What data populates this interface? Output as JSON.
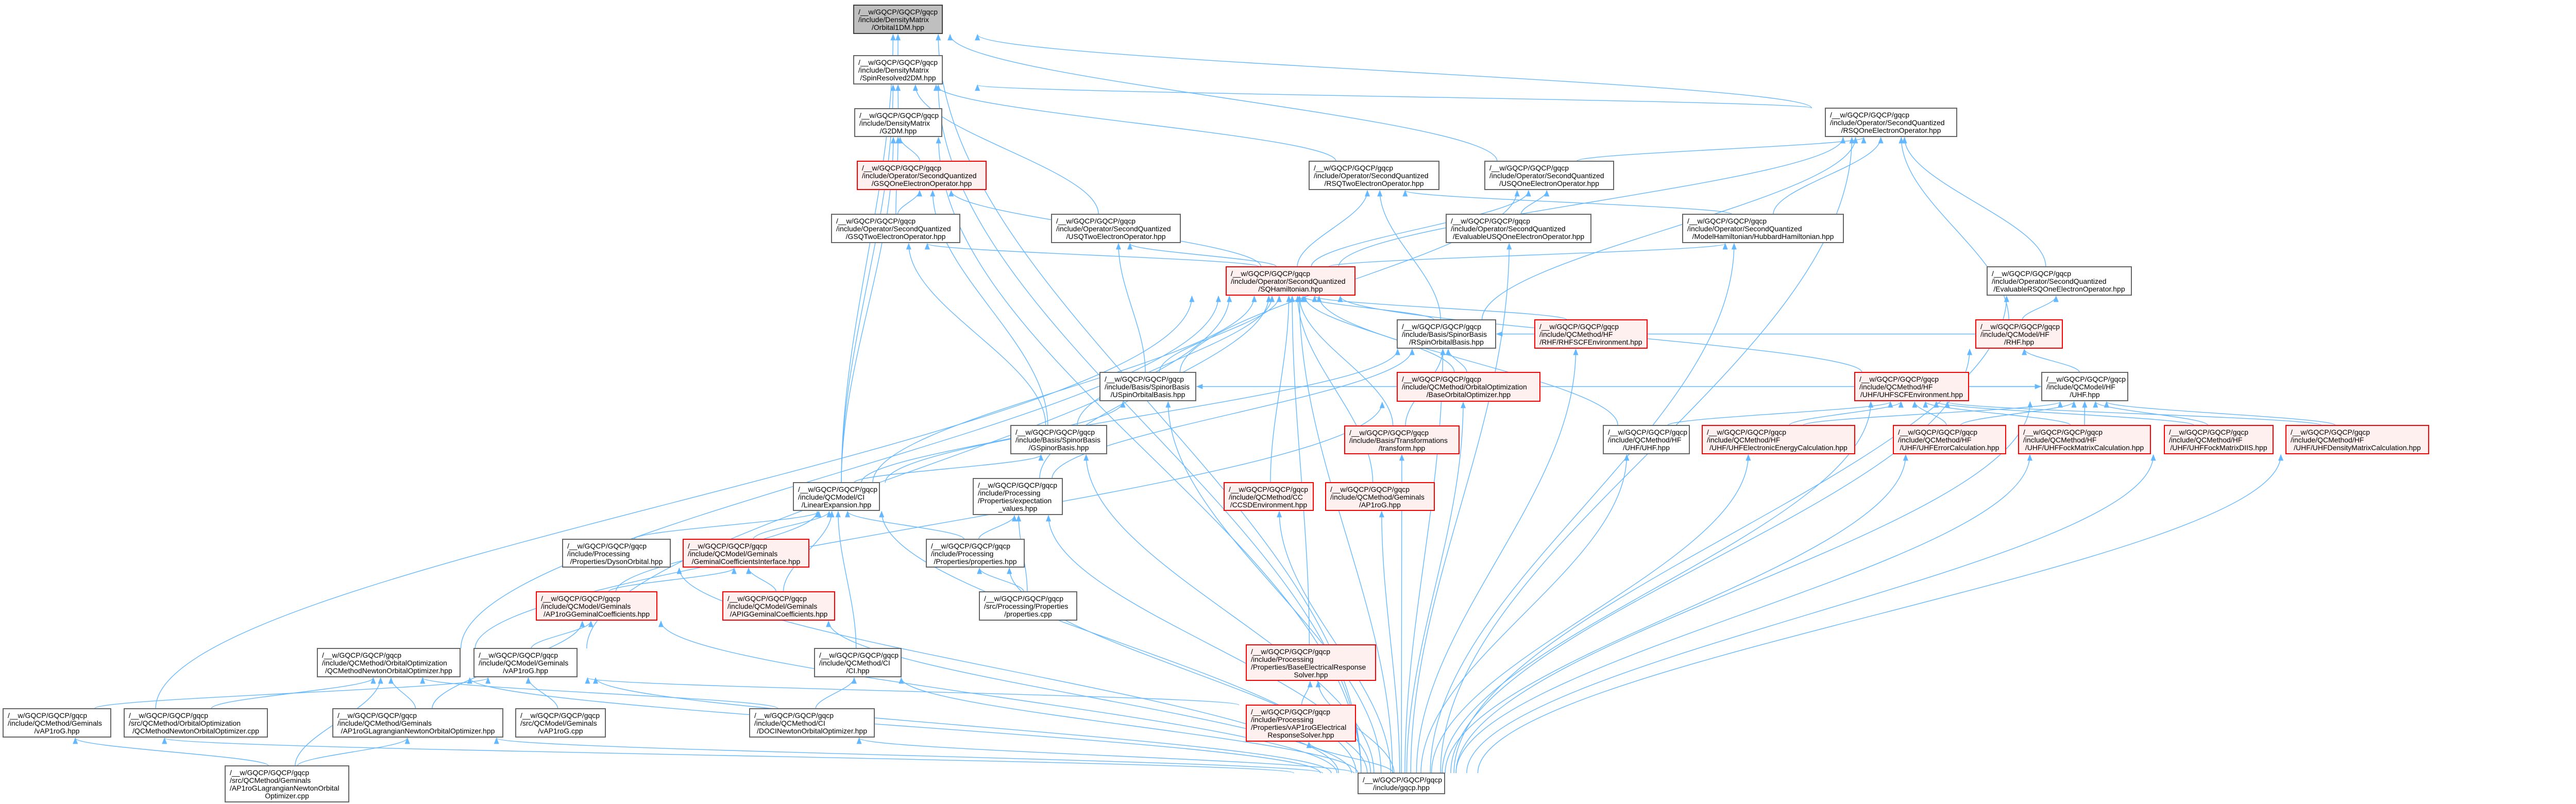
{
  "graph": {
    "title": "Include dependency graph",
    "edge_color": "#63b8ff",
    "node_colors": {
      "white": "#ffffff",
      "gray": "#bfbfbf",
      "red": "#fff0f0",
      "red_border": "#ff0000"
    },
    "nodes": [
      {
        "id": "o1dm",
        "style": "gray",
        "lines": [
          "/__w/GQCP/GQCP/gqcp",
          "/include/DensityMatrix",
          "/Orbital1DM.hpp"
        ]
      },
      {
        "id": "sr2dm",
        "style": "white",
        "lines": [
          "/__w/GQCP/GQCP/gqcp",
          "/include/DensityMatrix",
          "/SpinResolved2DM.hpp"
        ]
      },
      {
        "id": "g2dm",
        "style": "white",
        "lines": [
          "/__w/GQCP/GQCP/gqcp",
          "/include/DensityMatrix",
          "/G2DM.hpp"
        ]
      },
      {
        "id": "gsq1",
        "style": "red",
        "lines": [
          "/__w/GQCP/GQCP/gqcp",
          "/include/Operator/SecondQuantized",
          "/GSQOneElectronOperator.hpp"
        ]
      },
      {
        "id": "gsq2",
        "style": "white",
        "lines": [
          "/__w/GQCP/GQCP/gqcp",
          "/include/Operator/SecondQuantized",
          "/GSQTwoElectronOperator.hpp"
        ]
      },
      {
        "id": "usq2",
        "style": "white",
        "lines": [
          "/__w/GQCP/GQCP/gqcp",
          "/include/Operator/SecondQuantized",
          "/USQTwoElectronOperator.hpp"
        ]
      },
      {
        "id": "rsq2",
        "style": "white",
        "lines": [
          "/__w/GQCP/GQCP/gqcp",
          "/include/Operator/SecondQuantized",
          "/RSQTwoElectronOperator.hpp"
        ]
      },
      {
        "id": "usq1",
        "style": "white",
        "lines": [
          "/__w/GQCP/GQCP/gqcp",
          "/include/Operator/SecondQuantized",
          "/USQOneElectronOperator.hpp"
        ]
      },
      {
        "id": "rsq1",
        "style": "white",
        "lines": [
          "/__w/GQCP/GQCP/gqcp",
          "/include/Operator/SecondQuantized",
          "/RSQOneElectronOperator.hpp"
        ]
      },
      {
        "id": "evusq",
        "style": "white",
        "lines": [
          "/__w/GQCP/GQCP/gqcp",
          "/include/Operator/SecondQuantized",
          "/EvaluableUSQOneElectronOperator.hpp"
        ]
      },
      {
        "id": "hubbard",
        "style": "white",
        "lines": [
          "/__w/GQCP/GQCP/gqcp",
          "/include/Operator/SecondQuantized",
          "/ModelHamiltonian/HubbardHamiltonian.hpp"
        ]
      },
      {
        "id": "sqham",
        "style": "red",
        "lines": [
          "/__w/GQCP/GQCP/gqcp",
          "/include/Operator/SecondQuantized",
          "/SQHamiltonian.hpp"
        ]
      },
      {
        "id": "evrsq",
        "style": "white",
        "lines": [
          "/__w/GQCP/GQCP/gqcp",
          "/include/Operator/SecondQuantized",
          "/EvaluableRSQOneElectronOperator.hpp"
        ]
      },
      {
        "id": "rsob",
        "style": "white",
        "lines": [
          "/__w/GQCP/GQCP/gqcp",
          "/include/Basis/SpinorBasis",
          "/RSpinOrbitalBasis.hpp"
        ]
      },
      {
        "id": "rhfscf",
        "style": "red",
        "lines": [
          "/__w/GQCP/GQCP/gqcp",
          "/include/QCMethod/HF",
          "/RHF/RHFSCFEnvironment.hpp"
        ]
      },
      {
        "id": "rhf",
        "style": "red",
        "lines": [
          "/__w/GQCP/GQCP/gqcp",
          "/include/QCModel/HF",
          "/RHF.hpp"
        ]
      },
      {
        "id": "usob",
        "style": "white",
        "lines": [
          "/__w/GQCP/GQCP/gqcp",
          "/include/Basis/SpinorBasis",
          "/USpinOrbitalBasis.hpp"
        ]
      },
      {
        "id": "baseoo",
        "style": "red",
        "lines": [
          "/__w/GQCP/GQCP/gqcp",
          "/include/QCMethod/OrbitalOptimization",
          "/BaseOrbitalOptimizer.hpp"
        ]
      },
      {
        "id": "uhfscf",
        "style": "red",
        "lines": [
          "/__w/GQCP/GQCP/gqcp",
          "/include/QCMethod/HF",
          "/UHF/UHFSCFEnvironment.hpp"
        ]
      },
      {
        "id": "uhfmodel",
        "style": "white",
        "lines": [
          "/__w/GQCP/GQCP/gqcp",
          "/include/QCModel/HF",
          "/UHF.hpp"
        ]
      },
      {
        "id": "gsb",
        "style": "white",
        "lines": [
          "/__w/GQCP/GQCP/gqcp",
          "/include/Basis/SpinorBasis",
          "/GSpinorBasis.hpp"
        ]
      },
      {
        "id": "transform",
        "style": "red",
        "lines": [
          "/__w/GQCP/GQCP/gqcp",
          "/include/Basis/Transformations",
          "/transform.hpp"
        ]
      },
      {
        "id": "uhfmethod",
        "style": "white",
        "lines": [
          "/__w/GQCP/GQCP/gqcp",
          "/include/QCMethod/HF",
          "/UHF/UHF.hpp"
        ]
      },
      {
        "id": "uhfenergy",
        "style": "red",
        "lines": [
          "/__w/GQCP/GQCP/gqcp",
          "/include/QCMethod/HF",
          "/UHF/UHFElectronicEnergyCalculation.hpp"
        ]
      },
      {
        "id": "uhferror",
        "style": "red",
        "lines": [
          "/__w/GQCP/GQCP/gqcp",
          "/include/QCMethod/HF",
          "/UHF/UHFErrorCalculation.hpp"
        ]
      },
      {
        "id": "uhffock",
        "style": "red",
        "lines": [
          "/__w/GQCP/GQCP/gqcp",
          "/include/QCMethod/HF",
          "/UHF/UHFFockMatrixCalculation.hpp"
        ]
      },
      {
        "id": "diis",
        "style": "red",
        "lines": [
          "/__w/GQCP/GQCP/gqcp",
          "/include/QCMethod/HF",
          "/UHF/UHFFockMatrixDIIS.hpp"
        ]
      },
      {
        "id": "density",
        "style": "red",
        "lines": [
          "/__w/GQCP/GQCP/gqcp",
          "/include/QCMethod/HF",
          "/UHF/UHFDensityMatrixCalculation.hpp"
        ]
      },
      {
        "id": "linexp",
        "style": "white",
        "lines": [
          "/__w/GQCP/GQCP/gqcp",
          "/include/QCModel/CI",
          "/LinearExpansion.hpp"
        ]
      },
      {
        "id": "expval",
        "style": "white",
        "lines": [
          "/__w/GQCP/GQCP/gqcp",
          "/include/Processing",
          "/Properties/expectation",
          "_values.hpp"
        ]
      },
      {
        "id": "ccsd",
        "style": "red",
        "lines": [
          "/__w/GQCP/GQCP/gqcp",
          "/include/QCMethod/CC",
          "/CCSDEnvironment.hpp"
        ]
      },
      {
        "id": "ap1rog",
        "style": "red",
        "lines": [
          "/__w/GQCP/GQCP/gqcp",
          "/include/QCMethod/Geminals",
          "/AP1roG.hpp"
        ]
      },
      {
        "id": "dyson",
        "style": "white",
        "lines": [
          "/__w/GQCP/GQCP/gqcp",
          "/include/Processing",
          "/Properties/DysonOrbital.hpp"
        ]
      },
      {
        "id": "gci",
        "style": "red",
        "lines": [
          "/__w/GQCP/GQCP/gqcp",
          "/include/QCModel/Geminals",
          "/GeminalCoefficientsInterface.hpp"
        ]
      },
      {
        "id": "propshpp",
        "style": "white",
        "lines": [
          "/__w/GQCP/GQCP/gqcp",
          "/include/Processing",
          "/Properties/properties.hpp"
        ]
      },
      {
        "id": "ap1gc",
        "style": "red",
        "lines": [
          "/__w/GQCP/GQCP/gqcp",
          "/include/QCModel/Geminals",
          "/AP1roGGeminalCoefficients.hpp"
        ]
      },
      {
        "id": "apig",
        "style": "red",
        "lines": [
          "/__w/GQCP/GQCP/gqcp",
          "/include/QCModel/Geminals",
          "/APIGGeminalCoefficients.hpp"
        ]
      },
      {
        "id": "propscpp",
        "style": "white",
        "lines": [
          "/__w/GQCP/GQCP/gqcp",
          "/src/Processing/Properties",
          "/properties.cpp"
        ]
      },
      {
        "id": "baseers",
        "style": "red",
        "lines": [
          "/__w/GQCP/GQCP/gqcp",
          "/include/Processing",
          "/Properties/BaseElectricalResponse",
          "Solver.hpp"
        ]
      },
      {
        "id": "qcnoo",
        "style": "white",
        "lines": [
          "/__w/GQCP/GQCP/gqcp",
          "/include/QCMethod/OrbitalOptimization",
          "/QCMethodNewtonOrbitalOptimizer.hpp"
        ]
      },
      {
        "id": "vap1model",
        "style": "white",
        "lines": [
          "/__w/GQCP/GQCP/gqcp",
          "/include/QCModel/Geminals",
          "/vAP1roG.hpp"
        ]
      },
      {
        "id": "ci",
        "style": "white",
        "lines": [
          "/__w/GQCP/GQCP/gqcp",
          "/include/QCMethod/CI",
          "/CI.hpp"
        ]
      },
      {
        "id": "vap1method",
        "style": "white",
        "lines": [
          "/__w/GQCP/GQCP/gqcp",
          "/include/QCMethod/Geminals",
          "/vAP1roG.hpp"
        ]
      },
      {
        "id": "qcnoocpp",
        "style": "white",
        "lines": [
          "/__w/GQCP/GQCP/gqcp",
          "/src/QCMethod/OrbitalOptimization",
          "/QCMethodNewtonOrbitalOptimizer.cpp"
        ]
      },
      {
        "id": "ap1lag",
        "style": "white",
        "lines": [
          "/__w/GQCP/GQCP/gqcp",
          "/include/QCMethod/Geminals",
          "/AP1roGLagrangianNewtonOrbitalOptimizer.hpp"
        ]
      },
      {
        "id": "vap1cpp",
        "style": "white",
        "lines": [
          "/__w/GQCP/GQCP/gqcp",
          "/src/QCModel/Geminals",
          "/vAP1roG.cpp"
        ]
      },
      {
        "id": "doci",
        "style": "white",
        "lines": [
          "/__w/GQCP/GQCP/gqcp",
          "/include/QCMethod/CI",
          "/DOCINewtonOrbitalOptimizer.hpp"
        ]
      },
      {
        "id": "vap1ers",
        "style": "red",
        "lines": [
          "/__w/GQCP/GQCP/gqcp",
          "/include/Processing",
          "/Properties/vAP1roGElectrical",
          "ResponseSolver.hpp"
        ]
      },
      {
        "id": "ap1lagcpp",
        "style": "white",
        "lines": [
          "/__w/GQCP/GQCP/gqcp",
          "/src/QCMethod/Geminals",
          "/AP1roGLagrangianNewtonOrbital",
          "Optimizer.cpp"
        ]
      },
      {
        "id": "gqcp",
        "style": "white",
        "lines": [
          "/__w/GQCP/GQCP/gqcp",
          "/include/gqcp.hpp"
        ]
      }
    ],
    "edges": [
      [
        "sr2dm",
        "o1dm"
      ],
      [
        "g2dm",
        "sr2dm"
      ],
      [
        "gsq1",
        "g2dm"
      ],
      [
        "gsq2",
        "gsq1"
      ],
      [
        "gsq2",
        "g2dm"
      ],
      [
        "usq2",
        "sr2dm"
      ],
      [
        "rsq2",
        "sr2dm"
      ],
      [
        "usq1",
        "o1dm"
      ],
      [
        "rsq1",
        "o1dm"
      ],
      [
        "rsq1",
        "sr2dm"
      ],
      [
        "usq1",
        "rsq1"
      ],
      [
        "evusq",
        "usq1"
      ],
      [
        "hubbard",
        "rsq1"
      ],
      [
        "hubbard",
        "rsq2"
      ],
      [
        "sqham",
        "gsq1"
      ],
      [
        "sqham",
        "gsq2"
      ],
      [
        "sqham",
        "usq2"
      ],
      [
        "sqham",
        "rsq2"
      ],
      [
        "sqham",
        "usq1"
      ],
      [
        "sqham",
        "rsq1"
      ],
      [
        "sqham",
        "hubbard"
      ],
      [
        "evrsq",
        "rsq1"
      ],
      [
        "rsob",
        "sqham"
      ],
      [
        "rsob",
        "rsq1"
      ],
      [
        "rsob",
        "rsq2"
      ],
      [
        "rhfscf",
        "sqham"
      ],
      [
        "rhf",
        "evrsq"
      ],
      [
        "rhf",
        "rsob"
      ],
      [
        "rhf",
        "rsq1"
      ],
      [
        "usob",
        "sqham"
      ],
      [
        "usob",
        "usq1"
      ],
      [
        "usob",
        "usq2"
      ],
      [
        "baseoo",
        "sqham"
      ],
      [
        "baseoo",
        "rsob"
      ],
      [
        "uhfscf",
        "sqham"
      ],
      [
        "uhfscf",
        "uhfmodel"
      ],
      [
        "uhfmodel",
        "rhf"
      ],
      [
        "uhfmodel",
        "usob"
      ],
      [
        "gsb",
        "sqham"
      ],
      [
        "gsb",
        "gsq1"
      ],
      [
        "gsb",
        "gsq2"
      ],
      [
        "transform",
        "sqham"
      ],
      [
        "transform",
        "rsob"
      ],
      [
        "uhfmethod",
        "uhfscf"
      ],
      [
        "uhfmethod",
        "sqham"
      ],
      [
        "uhfenergy",
        "uhfscf"
      ],
      [
        "uhfenergy",
        "uhfmodel"
      ],
      [
        "uhferror",
        "uhfscf"
      ],
      [
        "uhferror",
        "uhfmodel"
      ],
      [
        "uhffock",
        "uhfscf"
      ],
      [
        "uhffock",
        "uhfmodel"
      ],
      [
        "diis",
        "uhfscf"
      ],
      [
        "diis",
        "uhfmodel"
      ],
      [
        "density",
        "uhfscf"
      ],
      [
        "density",
        "uhfmodel"
      ],
      [
        "linexp",
        "sr2dm"
      ],
      [
        "linexp",
        "o1dm"
      ],
      [
        "linexp",
        "g2dm"
      ],
      [
        "linexp",
        "sqham"
      ],
      [
        "linexp",
        "rsob"
      ],
      [
        "linexp",
        "usob"
      ],
      [
        "linexp",
        "gsb"
      ],
      [
        "expval",
        "sqham"
      ],
      [
        "expval",
        "rsob"
      ],
      [
        "ccsd",
        "sqham"
      ],
      [
        "ap1rog",
        "sqham"
      ],
      [
        "dyson",
        "linexp"
      ],
      [
        "gci",
        "linexp"
      ],
      [
        "propshpp",
        "linexp"
      ],
      [
        "propshpp",
        "expval"
      ],
      [
        "ap1gc",
        "gci"
      ],
      [
        "ap1gc",
        "linexp"
      ],
      [
        "apig",
        "gci"
      ],
      [
        "apig",
        "linexp"
      ],
      [
        "propscpp",
        "propshpp"
      ],
      [
        "propscpp",
        "expval"
      ],
      [
        "baseers",
        "sqham"
      ],
      [
        "vap1ers",
        "baseers"
      ],
      [
        "vap1ers",
        "vap1model"
      ],
      [
        "qcnoo",
        "baseoo"
      ],
      [
        "qcnoo",
        "sqham"
      ],
      [
        "vap1model",
        "ap1gc"
      ],
      [
        "vap1model",
        "sqham"
      ],
      [
        "ci",
        "linexp"
      ],
      [
        "vap1method",
        "vap1model"
      ],
      [
        "vap1method",
        "sqham"
      ],
      [
        "qcnoocpp",
        "qcnoo"
      ],
      [
        "ap1lag",
        "qcnoo"
      ],
      [
        "ap1lag",
        "ap1gc"
      ],
      [
        "vap1cpp",
        "vap1model"
      ],
      [
        "doci",
        "ci"
      ],
      [
        "doci",
        "qcnoo"
      ],
      [
        "ap1lagcpp",
        "ap1lag"
      ],
      [
        "ap1lagcpp",
        "vap1method"
      ],
      [
        "ap1lagcpp",
        "qcnoo"
      ],
      [
        "gqcp",
        "o1dm"
      ],
      [
        "gqcp",
        "sr2dm"
      ],
      [
        "gqcp",
        "g2dm"
      ],
      [
        "gqcp",
        "rsq1"
      ],
      [
        "gqcp",
        "sqham"
      ],
      [
        "gqcp",
        "evrsq"
      ],
      [
        "gqcp",
        "rhf"
      ],
      [
        "gqcp",
        "uhfmodel"
      ],
      [
        "gqcp",
        "uhfscf"
      ],
      [
        "gqcp",
        "diis"
      ],
      [
        "gqcp",
        "density"
      ],
      [
        "gqcp",
        "uhffock"
      ],
      [
        "gqcp",
        "uhferror"
      ],
      [
        "gqcp",
        "uhfenergy"
      ],
      [
        "gqcp",
        "uhfmethod"
      ],
      [
        "gqcp",
        "linexp"
      ],
      [
        "gqcp",
        "propshpp"
      ],
      [
        "gqcp",
        "vap1method"
      ],
      [
        "gqcp",
        "ap1lag"
      ],
      [
        "gqcp",
        "doci"
      ],
      [
        "gqcp",
        "baseers"
      ],
      [
        "gqcp",
        "vap1ers"
      ],
      [
        "gqcp",
        "ci"
      ],
      [
        "gqcp",
        "ccsd"
      ],
      [
        "gqcp",
        "ap1rog"
      ],
      [
        "gqcp",
        "transform"
      ],
      [
        "gqcp",
        "gsb"
      ],
      [
        "gqcp",
        "usob"
      ],
      [
        "gqcp",
        "rsob"
      ],
      [
        "gqcp",
        "hubbard"
      ],
      [
        "gqcp",
        "evusq"
      ],
      [
        "gqcp",
        "rhfscf"
      ],
      [
        "gqcp",
        "qcnoo"
      ],
      [
        "gqcp",
        "expval"
      ],
      [
        "gqcp",
        "dyson"
      ],
      [
        "gqcp",
        "ap1gc"
      ],
      [
        "gqcp",
        "apig"
      ],
      [
        "gqcp",
        "vap1model"
      ],
      [
        "gqcp",
        "baseoo"
      ]
    ]
  }
}
